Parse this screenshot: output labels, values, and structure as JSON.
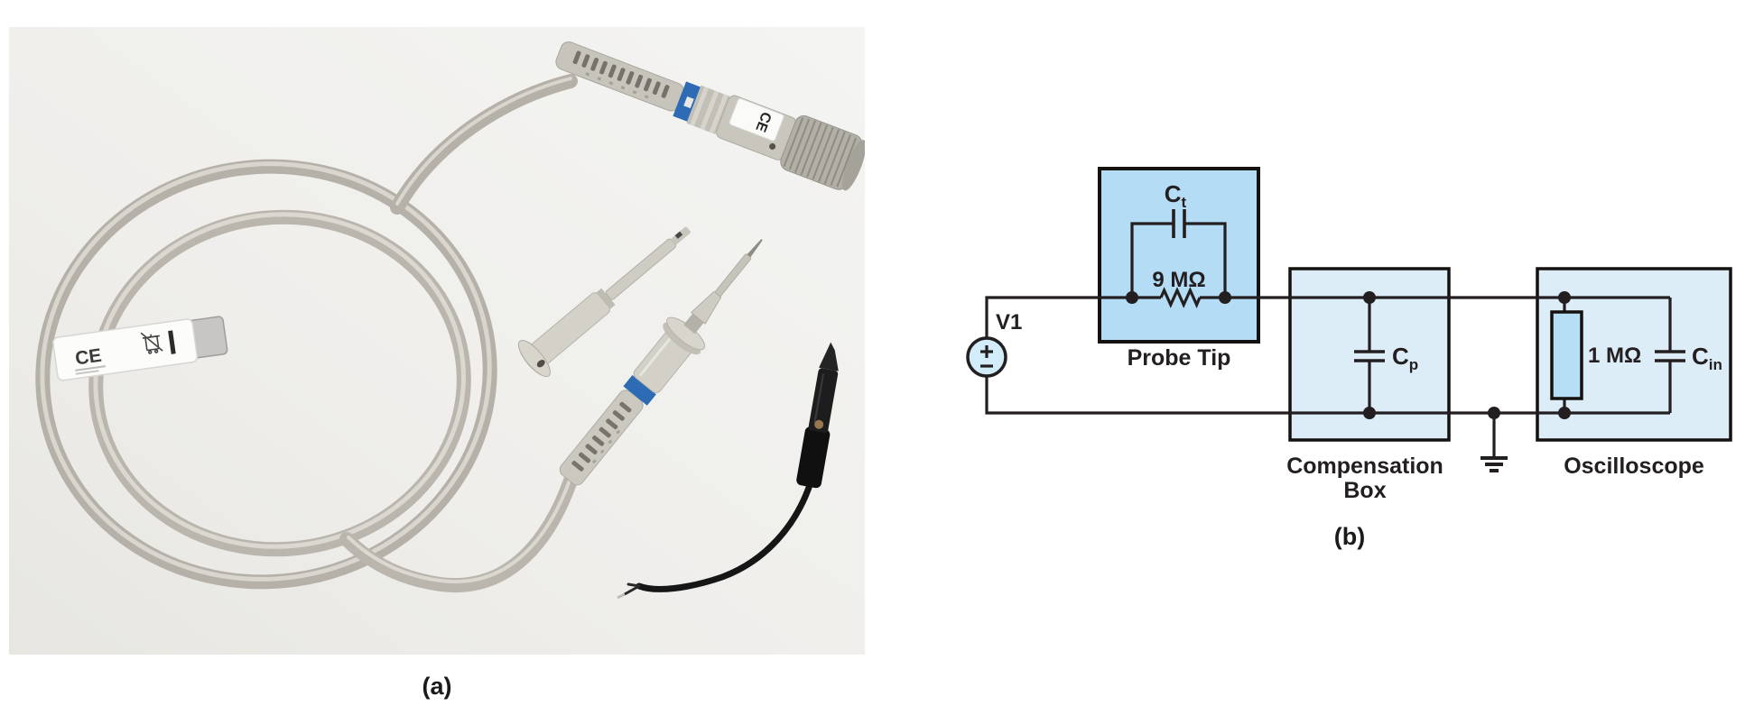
{
  "figure": {
    "photo": {
      "caption": "(a)",
      "tag_ce": "CE",
      "connector_ce": "CE",
      "colors": {
        "background": "#f0efec",
        "cable_gray": "#bab6ae",
        "cable_highlight": "#d9d6cf",
        "body_gray": "#cbc8c0",
        "accent_blue": "#2d6cb5",
        "lead_black": "#161616"
      }
    },
    "circuit": {
      "caption": "(b)",
      "source_label": "V1",
      "probe_tip": {
        "box_label": "Probe Tip",
        "cap_main": "C",
        "cap_sub": "t",
        "resistor_label": "9 MΩ"
      },
      "compensation": {
        "label_line1": "Compensation",
        "label_line2": "Box",
        "cap_main": "C",
        "cap_sub": "p"
      },
      "oscilloscope": {
        "label": "Oscilloscope",
        "resistor_label": "1 MΩ",
        "cap_main": "C",
        "cap_sub": "in"
      },
      "colors": {
        "probe_tip_fill": "#b4dcf4",
        "panel_fill": "#dcedf8",
        "resistor_fill": "#b6def5",
        "source_fill": "#d3ecf9",
        "wire": "#231f20"
      }
    }
  }
}
